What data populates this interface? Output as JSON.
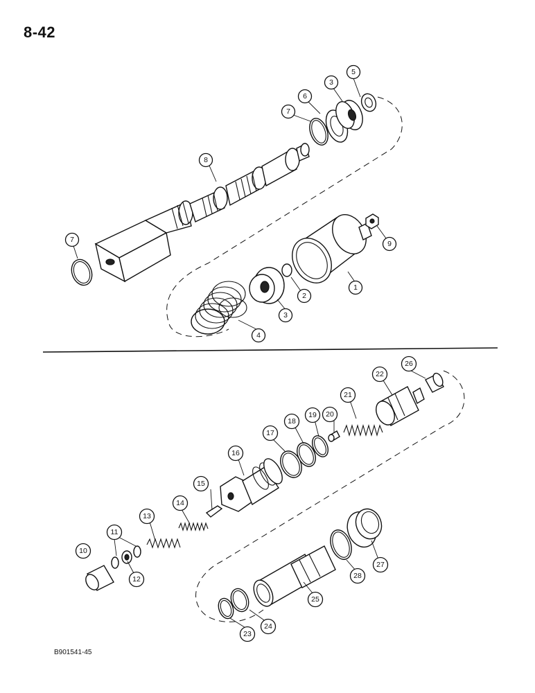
{
  "page": {
    "page_number": "8-42",
    "figure_code": "B901541-45"
  },
  "callouts": {
    "c1": "1",
    "c2": "2",
    "c3a": "3",
    "c3b": "3",
    "c4": "4",
    "c5": "5",
    "c6": "6",
    "c7a": "7",
    "c7b": "7",
    "c8": "8",
    "c9": "9",
    "c10": "10",
    "c11": "11",
    "c12": "12",
    "c13": "13",
    "c14": "14",
    "c15": "15",
    "c16": "16",
    "c17": "17",
    "c18": "18",
    "c19": "19",
    "c20": "20",
    "c21": "21",
    "c22": "22",
    "c23": "23",
    "c24": "24",
    "c25": "25",
    "c26": "26",
    "c27": "27",
    "c28": "28"
  },
  "colors": {
    "ink": "#111111",
    "paper": "#ffffff"
  }
}
